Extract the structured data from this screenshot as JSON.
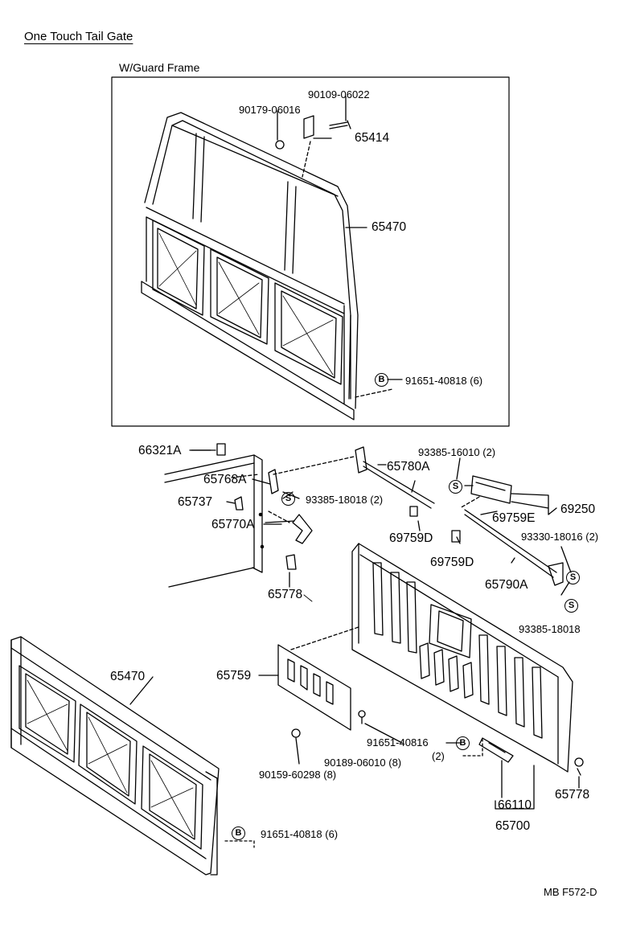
{
  "header": {
    "title": "One Touch Tail Gate",
    "section_label": "W/Guard Frame",
    "drawing_id": "MB F572-D"
  },
  "parts": {
    "bolt_90109": "90109-06022",
    "nut_90179": "90179-06016",
    "bracket_65414": "65414",
    "guard_frame_65470": "65470",
    "bolt_91651_top": "91651-40818 (6)",
    "cover_66321A": "66321A",
    "striker_65768A": "65768A",
    "pin_65737": "65737",
    "link_65770A": "65770A",
    "bolt_93385_18018_2": "93385-18018 (2)",
    "stopper_65778_left": "65778",
    "rod_65780A": "65780A",
    "screw_93385_16010": "93385-16010 (2)",
    "clip_69759D_left": "69759D",
    "clip_69759D_right": "69759D",
    "handle_69759E": "69759E",
    "handle_assy_69250": "69250",
    "screw_93330": "93330-18016 (2)",
    "rod_65790A": "65790A",
    "screw_93385_18018": "93385-18018",
    "panel_65470_lower": "65470",
    "plate_65759": "65759",
    "bolt_91651_40816": "91651-40816",
    "bolt_91651_40816_qty": "(2)",
    "nut_90189": "90189-06010 (8)",
    "rivet_90159": "90159-60298 (8)",
    "hinge_66110": "66110",
    "tailgate_65700": "65700",
    "stopper_65778_right": "65778",
    "bolt_91651_bottom": "91651-40818 (6)"
  },
  "markers": {
    "bolt": "B",
    "screw": "S"
  }
}
